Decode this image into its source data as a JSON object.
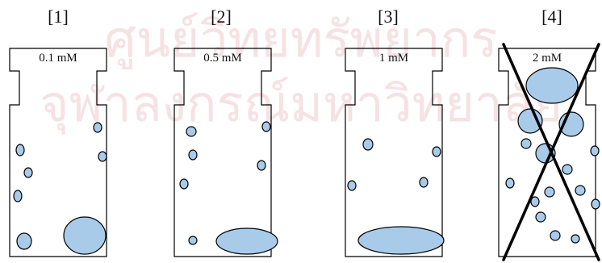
{
  "panels": [
    {
      "index_label": "[1]",
      "concentration": "0.1 mM",
      "crossed_out": false
    },
    {
      "index_label": "[2]",
      "concentration": "0.5 mM",
      "crossed_out": false
    },
    {
      "index_label": "[3]",
      "concentration": "1 mM",
      "crossed_out": false
    },
    {
      "index_label": "[4]",
      "concentration": "2 mM",
      "crossed_out": true
    }
  ],
  "colors": {
    "blob_fill": "#a9cbea",
    "outline": "#000000",
    "watermark": "#f3d9dc"
  },
  "watermark": {
    "line1": "ศูนย์วิทยทรัพยากร",
    "line2": "จุฬาลงกรณ์มหาวิทยาลัย"
  }
}
